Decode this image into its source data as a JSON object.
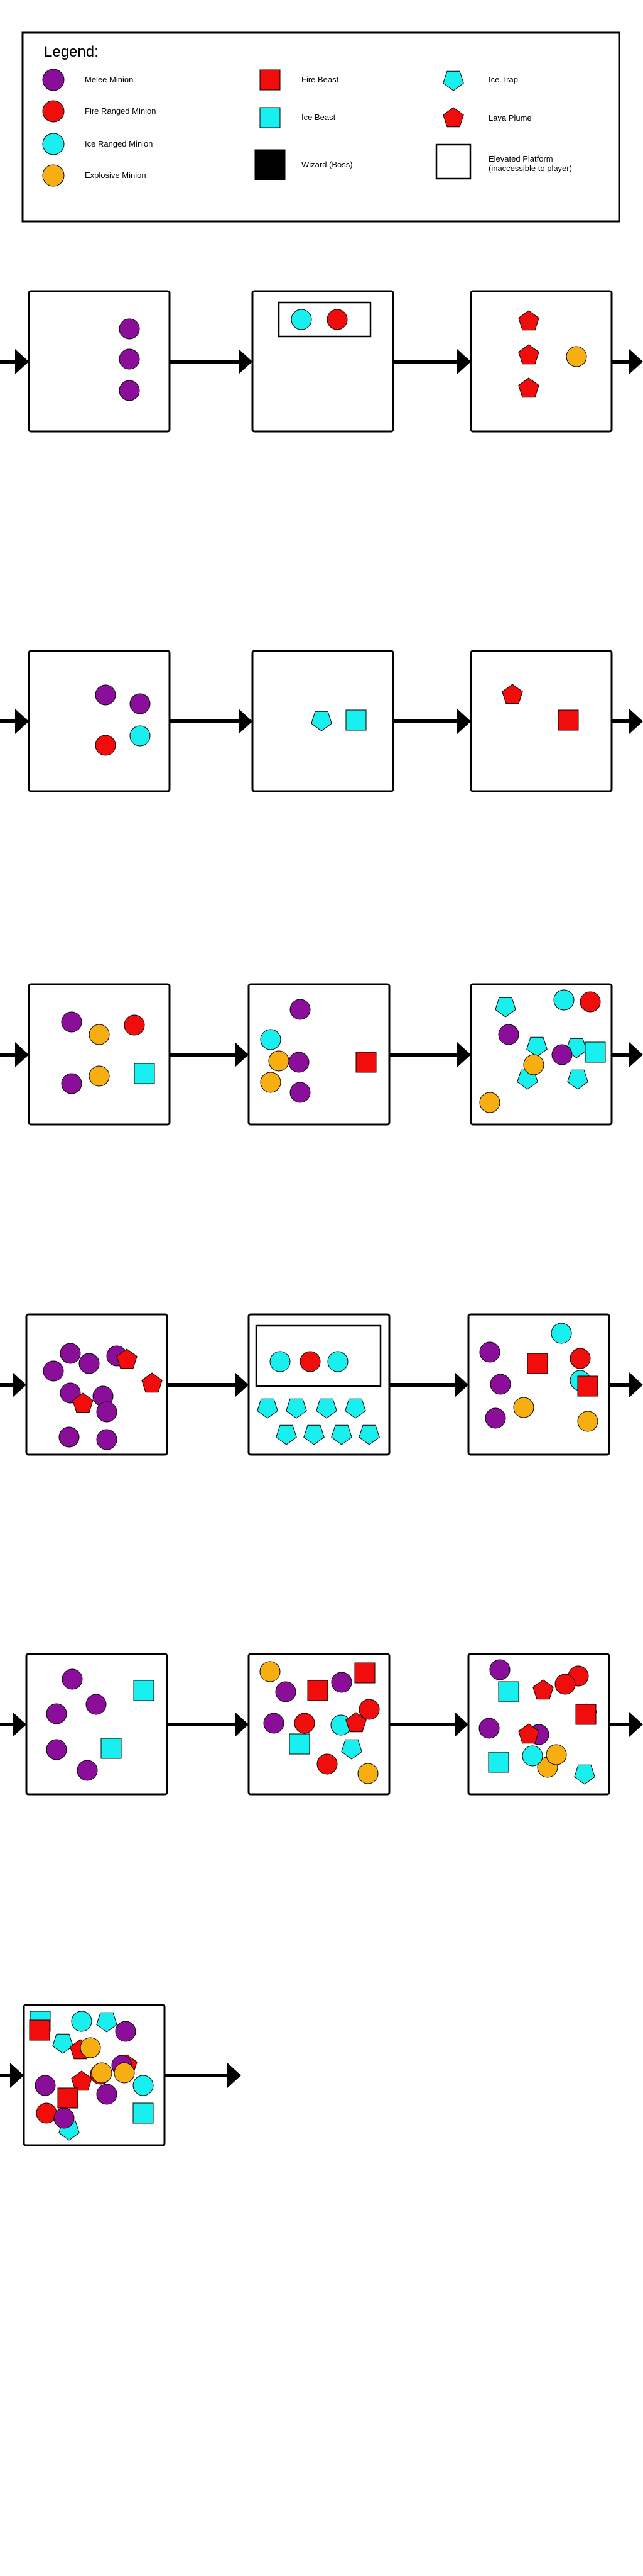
{
  "legend": {
    "title": "Legend:",
    "items": [
      {
        "icon": "purple-circle-icon",
        "shape": "circle",
        "color": "#8B0E9B",
        "label": "Melee Minion"
      },
      {
        "icon": "red-circle-icon",
        "shape": "circle",
        "color": "#F20D0D",
        "label": "Fire Ranged Minion"
      },
      {
        "icon": "cyan-circle-icon",
        "shape": "circle",
        "color": "#18F0F0",
        "label": "Ice Ranged Minion"
      },
      {
        "icon": "orange-circle-icon",
        "shape": "circle",
        "color": "#F7AE11",
        "label": "Explosive Minion"
      },
      {
        "icon": "red-square-icon",
        "shape": "square",
        "color": "#F20D0D",
        "label": "Fire Beast"
      },
      {
        "icon": "cyan-square-icon",
        "shape": "square",
        "color": "#18F0F0",
        "label": "Ice Beast"
      },
      {
        "icon": "black-square-icon",
        "shape": "square",
        "color": "#000000",
        "label": "Wizard (Boss)"
      },
      {
        "icon": "cyan-pentagon-icon",
        "shape": "pentagon-down",
        "color": "#18F0F0",
        "label": "Ice Trap"
      },
      {
        "icon": "red-pentagon-icon",
        "shape": "pentagon-down",
        "color": "#F20D0D",
        "label": "Lava Plume"
      },
      {
        "icon": "white-square-icon",
        "shape": "square-outline",
        "color": "#FFFFFF",
        "label": "Elevated Platform\n(inaccessible to player)"
      }
    ]
  },
  "colors": {
    "melee": "#8B0E9B",
    "fire": "#F20D0D",
    "ice": "#18F0F0",
    "explosive": "#F7AE11",
    "wizard": "#000000",
    "stroke": "#000000"
  },
  "rooms": [
    {
      "name": "room-1",
      "platform": false,
      "entities": [
        {
          "type": "melee",
          "count": 3
        }
      ]
    },
    {
      "name": "room-2",
      "platform": true,
      "entities": [
        {
          "type": "ice-ranged",
          "count": 1
        },
        {
          "type": "fire-ranged",
          "count": 1
        }
      ]
    },
    {
      "name": "room-3",
      "platform": false,
      "entities": [
        {
          "type": "lava-plume",
          "count": 3
        },
        {
          "type": "explosive",
          "count": 1
        }
      ]
    },
    {
      "name": "room-4",
      "platform": false,
      "entities": [
        {
          "type": "melee",
          "count": 2
        },
        {
          "type": "fire-ranged",
          "count": 1
        },
        {
          "type": "ice-ranged",
          "count": 1
        }
      ]
    },
    {
      "name": "room-5",
      "platform": false,
      "entities": [
        {
          "type": "ice-trap",
          "count": 1
        },
        {
          "type": "ice-beast",
          "count": 1
        }
      ]
    },
    {
      "name": "room-6",
      "platform": false,
      "entities": [
        {
          "type": "lava-plume",
          "count": 1
        },
        {
          "type": "fire-beast",
          "count": 1
        }
      ]
    },
    {
      "name": "room-7",
      "platform": false,
      "entities": [
        {
          "type": "melee",
          "count": 2
        },
        {
          "type": "explosive",
          "count": 2
        },
        {
          "type": "fire-ranged",
          "count": 1
        },
        {
          "type": "ice-beast",
          "count": 1
        }
      ]
    },
    {
      "name": "room-8",
      "platform": false,
      "entities": [
        {
          "type": "melee",
          "count": 3
        },
        {
          "type": "ice-ranged",
          "count": 1
        },
        {
          "type": "explosive",
          "count": 2
        },
        {
          "type": "fire-beast",
          "count": 1
        }
      ]
    },
    {
      "name": "room-9",
      "platform": false,
      "entities": [
        {
          "type": "ice-trap",
          "count": 5
        },
        {
          "type": "ice-ranged",
          "count": 1
        },
        {
          "type": "fire-ranged",
          "count": 1
        },
        {
          "type": "melee",
          "count": 2
        },
        {
          "type": "ice-beast",
          "count": 1
        },
        {
          "type": "explosive",
          "count": 2
        }
      ]
    },
    {
      "name": "room-10",
      "platform": false,
      "entities": [
        {
          "type": "melee",
          "count": 9
        },
        {
          "type": "lava-plume",
          "count": 3
        }
      ]
    },
    {
      "name": "room-11",
      "platform": true,
      "entities": [
        {
          "type": "ice-ranged",
          "count": 2
        },
        {
          "type": "fire-ranged",
          "count": 1
        },
        {
          "type": "ice-trap",
          "count": 8
        }
      ]
    },
    {
      "name": "room-12",
      "platform": false,
      "entities": [
        {
          "type": "ice-ranged",
          "count": 2
        },
        {
          "type": "melee",
          "count": 3
        },
        {
          "type": "fire-beast",
          "count": 2
        },
        {
          "type": "fire-ranged",
          "count": 1
        },
        {
          "type": "explosive",
          "count": 2
        }
      ]
    },
    {
      "name": "room-13",
      "platform": false,
      "entities": [
        {
          "type": "melee",
          "count": 5
        },
        {
          "type": "ice-beast",
          "count": 2
        }
      ]
    },
    {
      "name": "room-14",
      "platform": false,
      "entities": [
        {
          "type": "explosive",
          "count": 2
        },
        {
          "type": "fire-ranged",
          "count": 3
        },
        {
          "type": "melee",
          "count": 3
        },
        {
          "type": "fire-beast",
          "count": 2
        },
        {
          "type": "ice-trap",
          "count": 1
        },
        {
          "type": "ice-beast",
          "count": 1
        },
        {
          "type": "ice-ranged",
          "count": 1
        },
        {
          "type": "lava-plume",
          "count": 1
        }
      ]
    },
    {
      "name": "room-15",
      "platform": false,
      "entities": [
        {
          "type": "melee",
          "count": 3
        },
        {
          "type": "ice-beast",
          "count": 2
        },
        {
          "type": "fire-ranged",
          "count": 2
        },
        {
          "type": "lava-plume",
          "count": 3
        },
        {
          "type": "explosive",
          "count": 2
        },
        {
          "type": "ice-ranged",
          "count": 1
        },
        {
          "type": "ice-trap",
          "count": 1
        },
        {
          "type": "fire-beast",
          "count": 1
        }
      ]
    },
    {
      "name": "room-16",
      "platform": false,
      "entities": [
        {
          "type": "ice-beast",
          "count": 2
        },
        {
          "type": "ice-ranged",
          "count": 2
        },
        {
          "type": "ice-trap",
          "count": 3
        },
        {
          "type": "lava-plume",
          "count": 3
        },
        {
          "type": "fire-ranged",
          "count": 2
        },
        {
          "type": "melee",
          "count": 5
        },
        {
          "type": "fire-beast",
          "count": 2
        },
        {
          "type": "explosive",
          "count": 3
        }
      ]
    }
  ]
}
